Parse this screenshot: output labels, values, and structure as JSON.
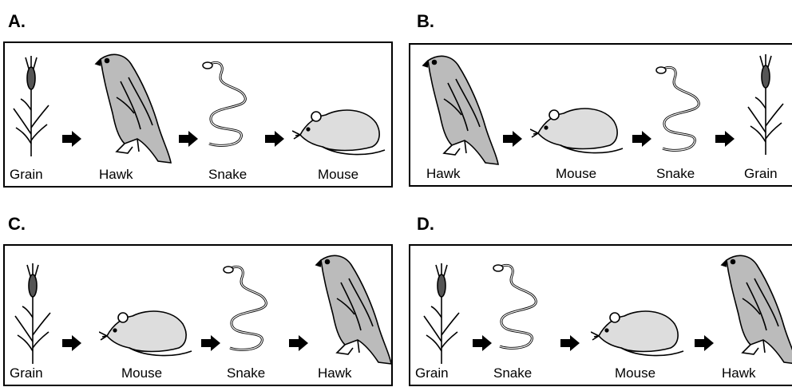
{
  "options": [
    {
      "letter": "A.",
      "chain": [
        "Grain",
        "Hawk",
        "Snake",
        "Mouse"
      ]
    },
    {
      "letter": "B.",
      "chain": [
        "Hawk",
        "Mouse",
        "Snake",
        "Grain"
      ]
    },
    {
      "letter": "C.",
      "chain": [
        "Grain",
        "Mouse",
        "Snake",
        "Hawk"
      ]
    },
    {
      "letter": "D.",
      "chain": [
        "Grain",
        "Snake",
        "Mouse",
        "Hawk"
      ]
    }
  ],
  "icons": {
    "Grain": "grain-icon",
    "Hawk": "hawk-icon",
    "Snake": "snake-icon",
    "Mouse": "mouse-icon",
    "arrow": "right-arrow-icon"
  }
}
